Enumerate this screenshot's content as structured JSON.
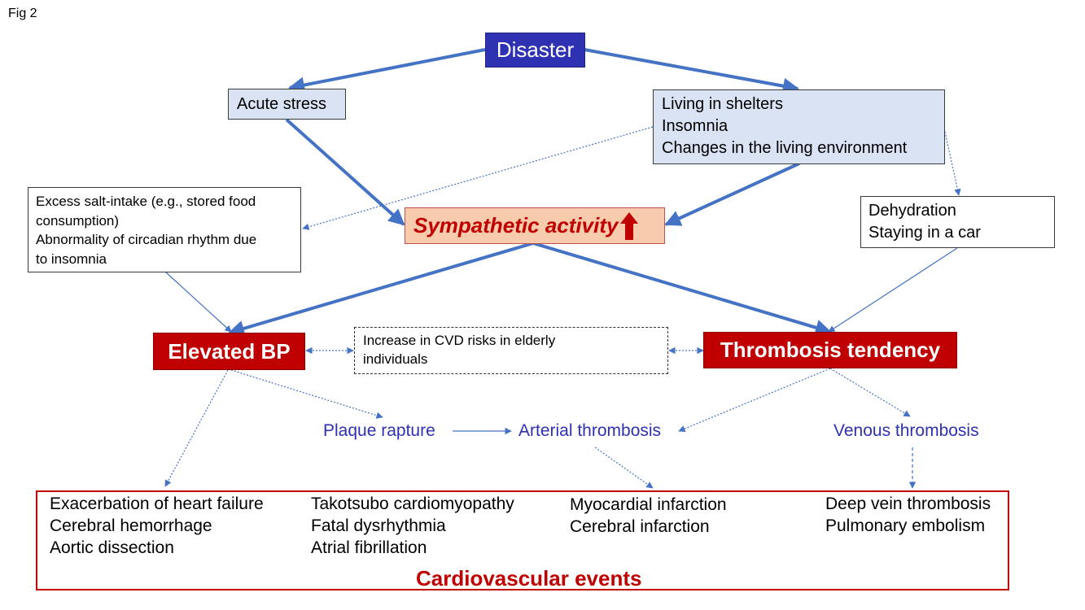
{
  "figure_label": "Fig 2",
  "colors": {
    "arrow": "#4472c4",
    "disaster_fill": "#2e31b2",
    "stress_fill": "#dae3f3",
    "sympathetic_fill": "#f8cbad",
    "outcome_fill": "#c00000",
    "process_text": "#2e31b2",
    "events_border": "#c00000"
  },
  "nodes": {
    "disaster": "Disaster",
    "acute_stress": "Acute stress",
    "shelter_lines": [
      "Living in shelters",
      "Insomnia",
      "Changes in the living environment"
    ],
    "salt_lines": [
      "Excess salt-intake (e.g., stored food",
      "consumption)",
      "Abnormality of circadian rhythm due",
      "to insomnia"
    ],
    "sympathetic": "Sympathetic activity",
    "sympathetic_icon": "up-arrow-icon",
    "dehydration_lines": [
      "Dehydration",
      "Staying in a car"
    ],
    "elevated_bp": "Elevated BP",
    "cvd_lines": [
      "Increase in CVD risks in elderly",
      "individuals"
    ],
    "thrombosis_tendency": "Thrombosis tendency",
    "plaque_rapture": "Plaque rapture",
    "arterial_thrombosis": "Arterial thrombosis",
    "venous_thrombosis": "Venous thrombosis"
  },
  "events": {
    "title": "Cardiovascular events",
    "col1": [
      "Exacerbation of heart failure",
      "Cerebral hemorrhage",
      "Aortic dissection"
    ],
    "col2": [
      "Takotsubo cardiomyopathy",
      "Fatal dysrhythmia",
      "Atrial fibrillation"
    ],
    "col3": [
      "Myocardial infarction",
      "Cerebral infarction"
    ],
    "col4": [
      "Deep vein thrombosis",
      "Pulmonary embolism"
    ]
  }
}
